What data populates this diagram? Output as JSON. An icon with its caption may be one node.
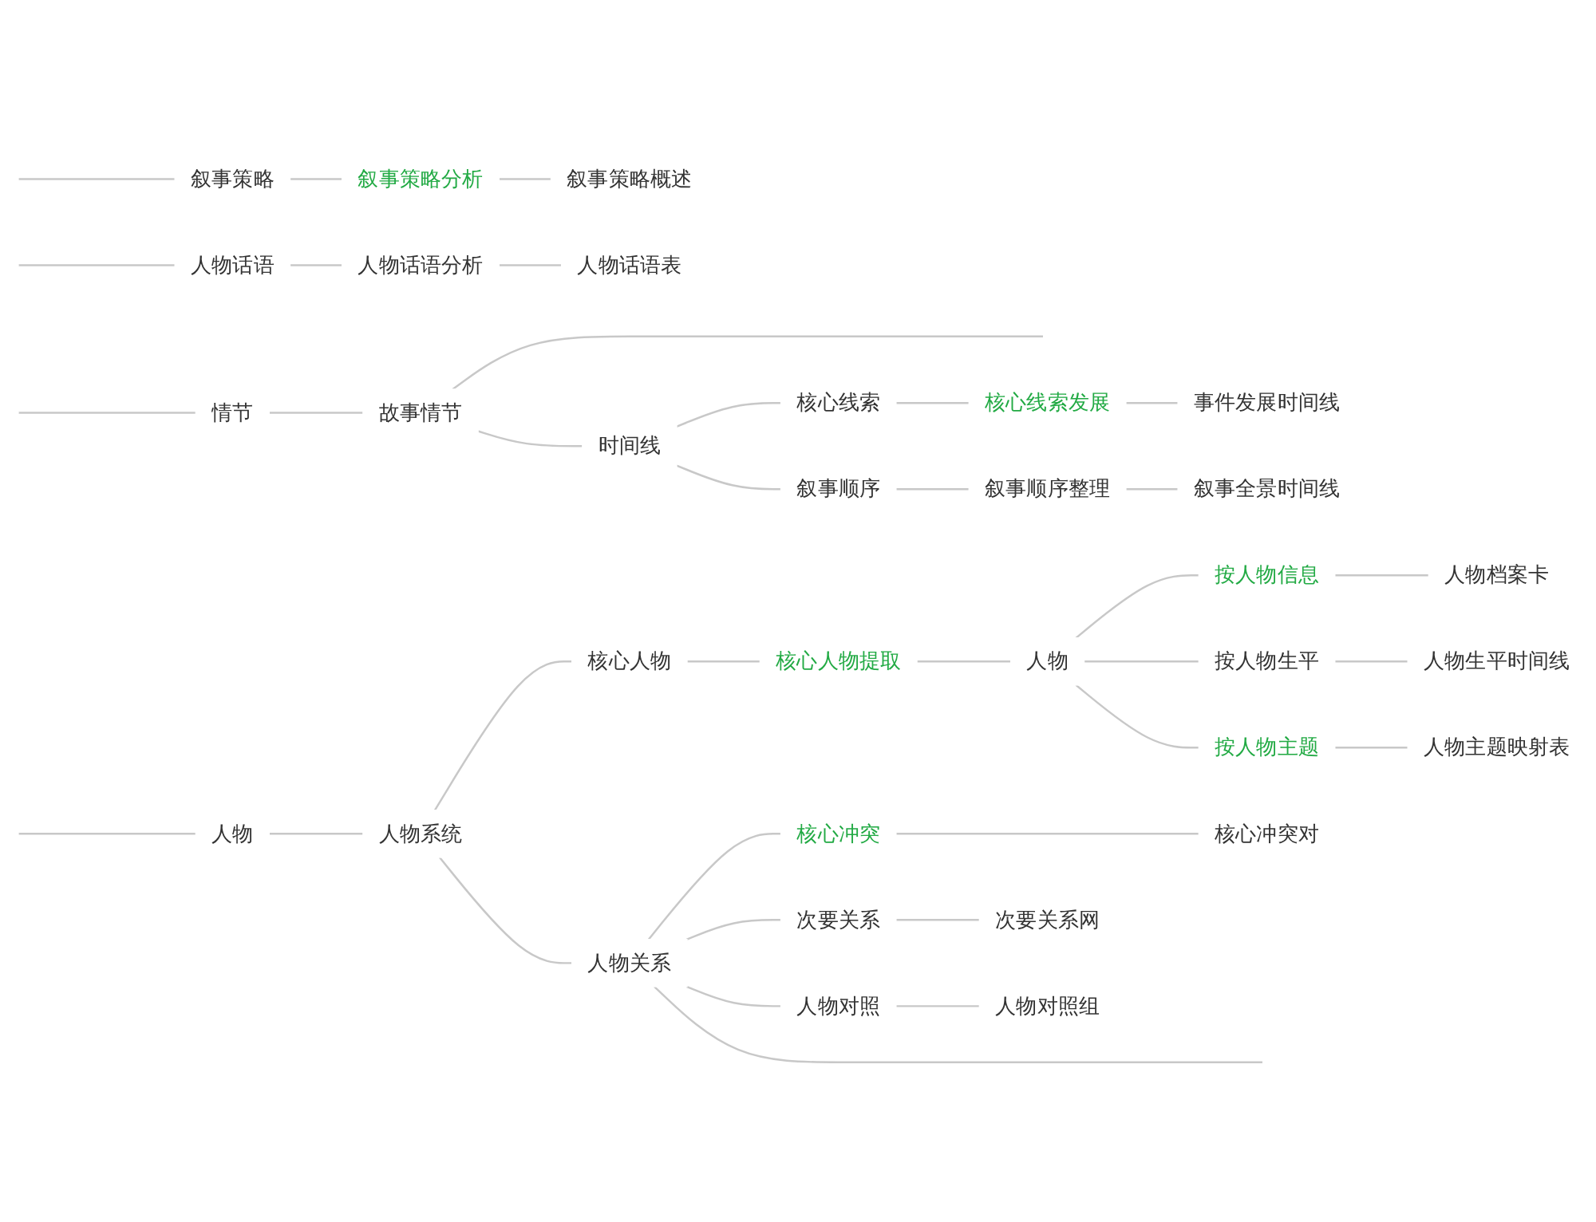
{
  "diagram": {
    "nodes": [
      {
        "text": [
          "情节"
        ]
      },
      {
        "text": [
          "故事情节"
        ]
      },
      {
        "text": [
          "叙事策略"
        ]
      },
      {
        "text": [
          "叙事策略分析"
        ]
      },
      {
        "text": [
          "叙事策略概述"
        ]
      },
      {
        "text": [
          "人物话语"
        ]
      },
      {
        "text": [
          "人物话语分析"
        ]
      },
      {
        "text": [
          "人物话语表"
        ]
      },
      {
        "text": [
          "时间线"
        ]
      },
      {
        "text": [
          "核心线索"
        ]
      },
      {
        "text": [
          "核心线索发展"
        ]
      },
      {
        "text": [
          "事件发展时间线"
        ]
      },
      {
        "text": [
          "叙事顺序"
        ]
      },
      {
        "text": [
          "叙事顺序整理"
        ]
      },
      {
        "text": [
          "叙事全景时间线"
        ]
      },
      {
        "text": [
          "人物"
        ]
      },
      {
        "text": [
          "人物系统"
        ]
      },
      {
        "text": [
          "核心人物"
        ]
      },
      {
        "text": [
          "核心人物提取"
        ]
      },
      {
        "text": [
          "人物"
        ]
      },
      {
        "text": [
          "按人物信息"
        ]
      },
      {
        "text": [
          "人物档案卡"
        ]
      },
      {
        "text": [
          "按人物生平"
        ]
      },
      {
        "text": [
          "人物生平时间线"
        ]
      },
      {
        "text": [
          "按人物主题"
        ]
      },
      {
        "text": [
          "人物主题映射表"
        ]
      },
      {
        "text": [
          "人物关系"
        ]
      },
      {
        "text": [
          "核心冲突"
        ]
      },
      {
        "text": [
          "核心冲突对"
        ]
      },
      {
        "text": [
          "次要关系"
        ]
      },
      {
        "text": [
          "次要关系网"
        ]
      },
      {
        "text": [
          "人物对照"
        ]
      },
      {
        "text": [
          "人物对照组"
        ]
      }
    ],
    "edges": [
      {
        "from": null,
        "to": 0,
        "arrow": "none"
      },
      {
        "from": 0,
        "to": 1,
        "arrow": "none"
      },
      {
        "from": 1,
        "to": null,
        "arrow": "none"
      },
      {
        "from": 1,
        "to": 8,
        "arrow": "none"
      },
      {
        "from": null,
        "to": 2,
        "arrow": "none"
      },
      {
        "from": 2,
        "to": 3,
        "arrow": "none"
      },
      {
        "from": 3,
        "to": 4,
        "arrow": "none"
      },
      {
        "from": null,
        "to": 5,
        "arrow": "none"
      },
      {
        "from": 5,
        "to": 6,
        "arrow": "none"
      },
      {
        "from": 6,
        "to": 7,
        "arrow": "none"
      },
      {
        "from": 8,
        "to": 9,
        "arrow": "none"
      },
      {
        "from": 9,
        "to": 10,
        "arrow": "none"
      },
      {
        "from": 10,
        "to": 11,
        "arrow": "none"
      },
      {
        "from": 8,
        "to": 12,
        "arrow": "none"
      },
      {
        "from": 12,
        "to": 13,
        "arrow": "none"
      },
      {
        "from": 13,
        "to": 14,
        "arrow": "none"
      },
      {
        "from": null,
        "to": 15,
        "arrow": "none"
      },
      {
        "from": 15,
        "to": 16,
        "arrow": "none"
      },
      {
        "from": 16,
        "to": 17,
        "arrow": "none"
      },
      {
        "from": 17,
        "to": 18,
        "arrow": "none"
      },
      {
        "from": 18,
        "to": 19,
        "arrow": "none"
      },
      {
        "from": 19,
        "to": 20,
        "arrow": "none"
      },
      {
        "from": 20,
        "to": 21,
        "arrow": "none"
      },
      {
        "from": 19,
        "to": 22,
        "arrow": "none"
      },
      {
        "from": 22,
        "to": 23,
        "arrow": "none"
      },
      {
        "from": 19,
        "to": 24,
        "arrow": "none"
      },
      {
        "from": 24,
        "to": 25,
        "arrow": "none"
      },
      {
        "from": 16,
        "to": 26,
        "arrow": "none"
      },
      {
        "from": 26,
        "to": 27,
        "arrow": "none"
      },
      {
        "from": 27,
        "to": 28,
        "arrow": "none"
      },
      {
        "from": 26,
        "to": 29,
        "arrow": "none"
      },
      {
        "from": 29,
        "to": 30,
        "arrow": "none"
      },
      {
        "from": 26,
        "to": 31,
        "arrow": "none"
      },
      {
        "from": 31,
        "to": 32,
        "arrow": "none"
      },
      {
        "from": 26,
        "to": null,
        "arrow": "none"
      }
    ]
  }
}
